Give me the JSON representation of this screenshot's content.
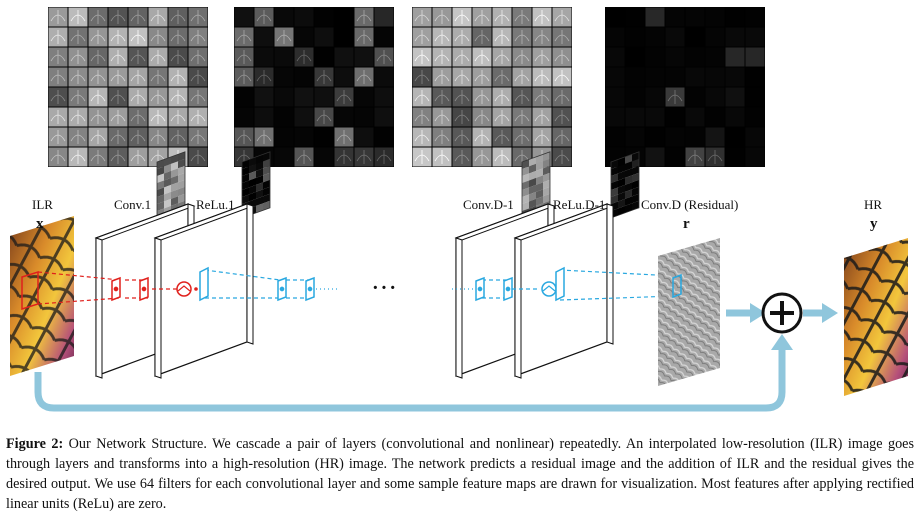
{
  "labels": {
    "ilr": "ILR",
    "x": "x",
    "conv1": "Conv.1",
    "relu1": "ReLu.1",
    "convd1": "Conv.D-1",
    "relud1": "ReLu.D-1",
    "convd": "Conv.D (Residual)",
    "r": "r",
    "hr": "HR",
    "y": "y",
    "ellipsis": "···"
  },
  "caption": {
    "label": "Figure 2:",
    "text": " Our Network Structure. We cascade a pair of layers (convolutional and nonlinear) repeatedly. An interpolated low-resolution (ILR) image goes through layers and transforms into a high-resolution (HR) image. The network predicts a residual image and the addition of ILR and the residual gives the desired output. We use 64 filters for each convolutional layer and some sample feature maps are drawn for visualization. Most features after applying rectified linear units (ReLu) are zero."
  },
  "colors": {
    "red": "#e0201c",
    "blue": "#29a8e0",
    "arrow": "#8fc6dc",
    "black": "#111111"
  },
  "feature_maps": [
    {
      "name": "conv1",
      "tone": "gray"
    },
    {
      "name": "relu1",
      "tone": "dark"
    },
    {
      "name": "convd1",
      "tone": "gray"
    },
    {
      "name": "relud1",
      "tone": "darkest"
    }
  ]
}
